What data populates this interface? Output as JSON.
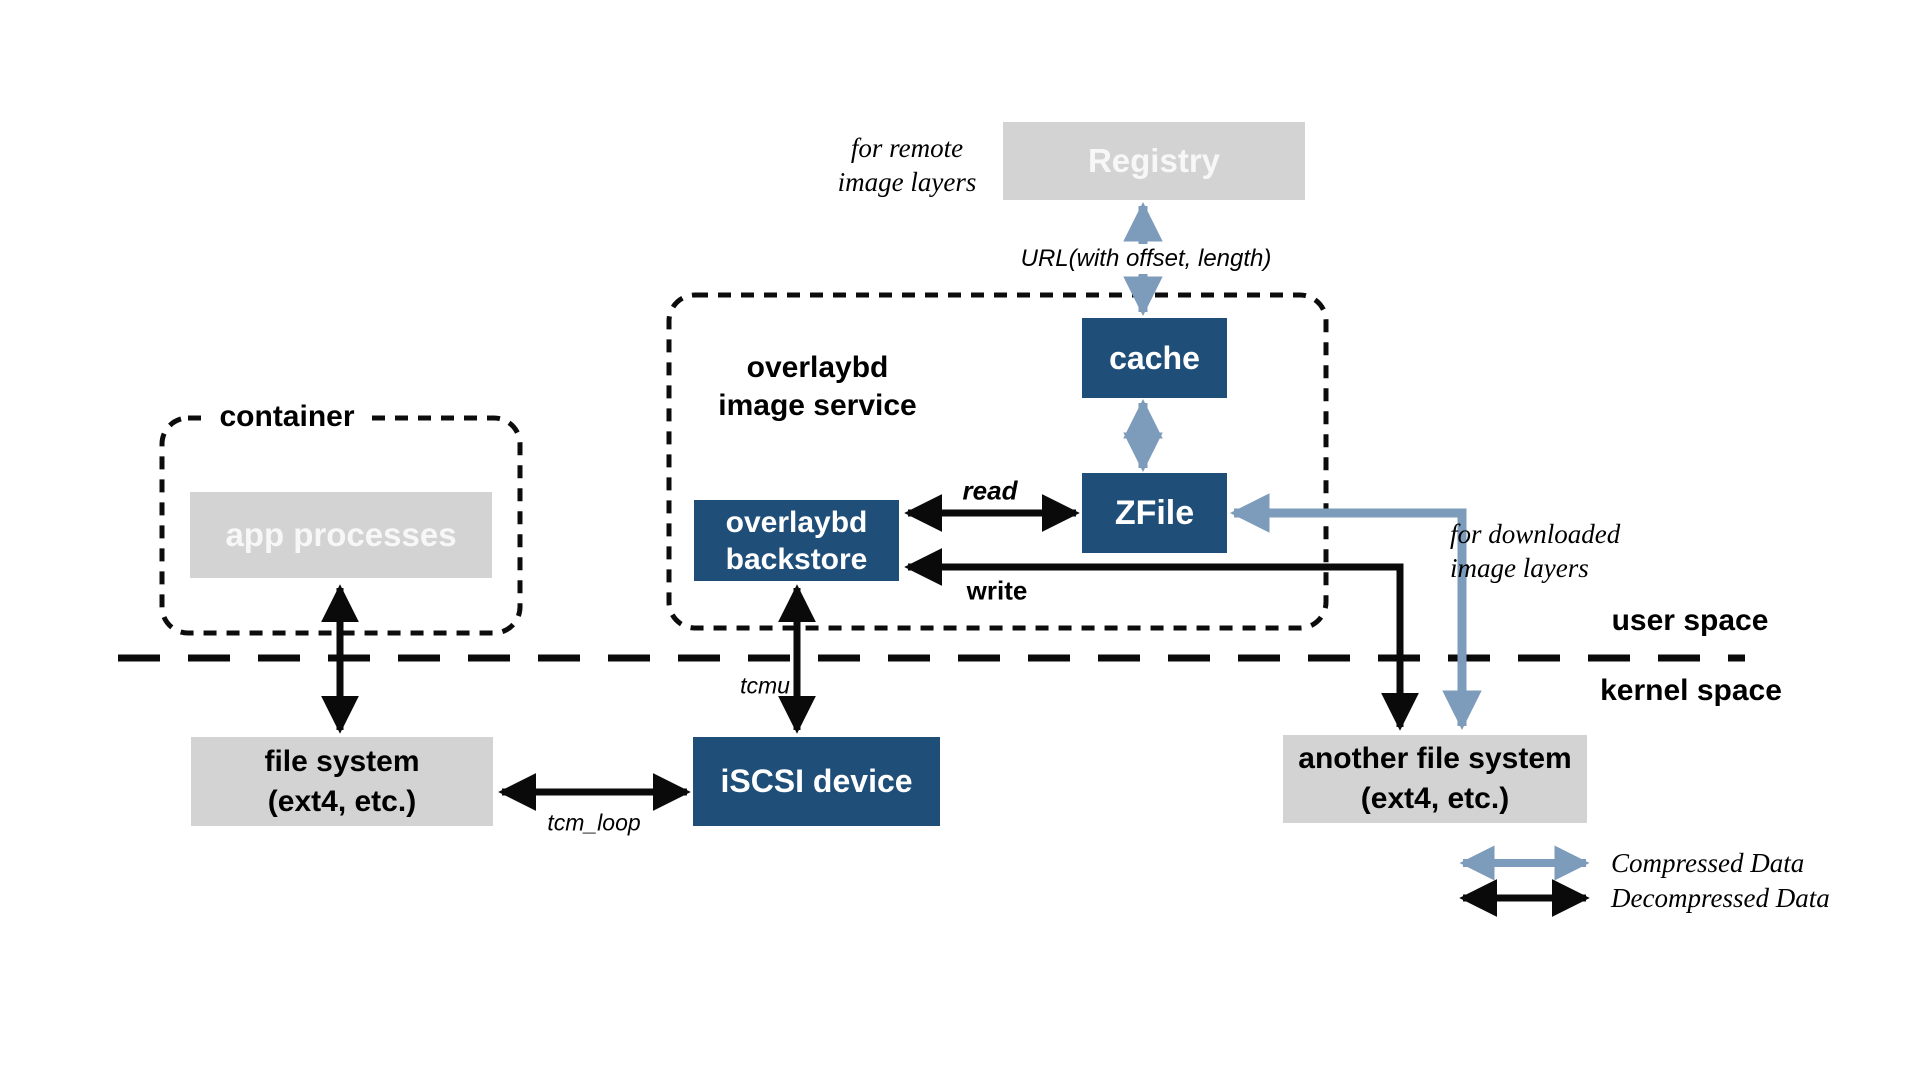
{
  "colors": {
    "box_dark_blue": "#1f4e79",
    "box_gray": "#d3d3d3",
    "arrow_steel_blue": "#7d9bba",
    "arrow_black": "#0a0a0a"
  },
  "nodes": {
    "registry": {
      "label": "Registry"
    },
    "cache": {
      "label": "cache"
    },
    "zfile": {
      "label": "ZFile"
    },
    "backstore": {
      "line1": "overlaybd",
      "line2": "backstore"
    },
    "app_processes": {
      "label": "app processes"
    },
    "file_system": {
      "line1": "file system",
      "line2": "(ext4, etc.)"
    },
    "iscsi": {
      "label": "iSCSI device"
    },
    "another_fs": {
      "line1": "another file system",
      "line2": "(ext4, etc.)"
    }
  },
  "groups": {
    "container": {
      "label": "container"
    },
    "service": {
      "line1": "overlaybd",
      "line2": "image service"
    }
  },
  "annotations": {
    "for_remote": {
      "line1": "for remote",
      "line2": "image layers"
    },
    "url": "URL(with offset, length)",
    "read": "read",
    "write": "write",
    "tcmu": "tcmu",
    "tcm_loop": "tcm_loop",
    "for_downloaded": {
      "line1": "for downloaded",
      "line2": "image layers"
    },
    "user_space": "user space",
    "kernel_space": "kernel space"
  },
  "legend": {
    "compressed": "Compressed Data",
    "decompressed": "Decompressed Data"
  }
}
